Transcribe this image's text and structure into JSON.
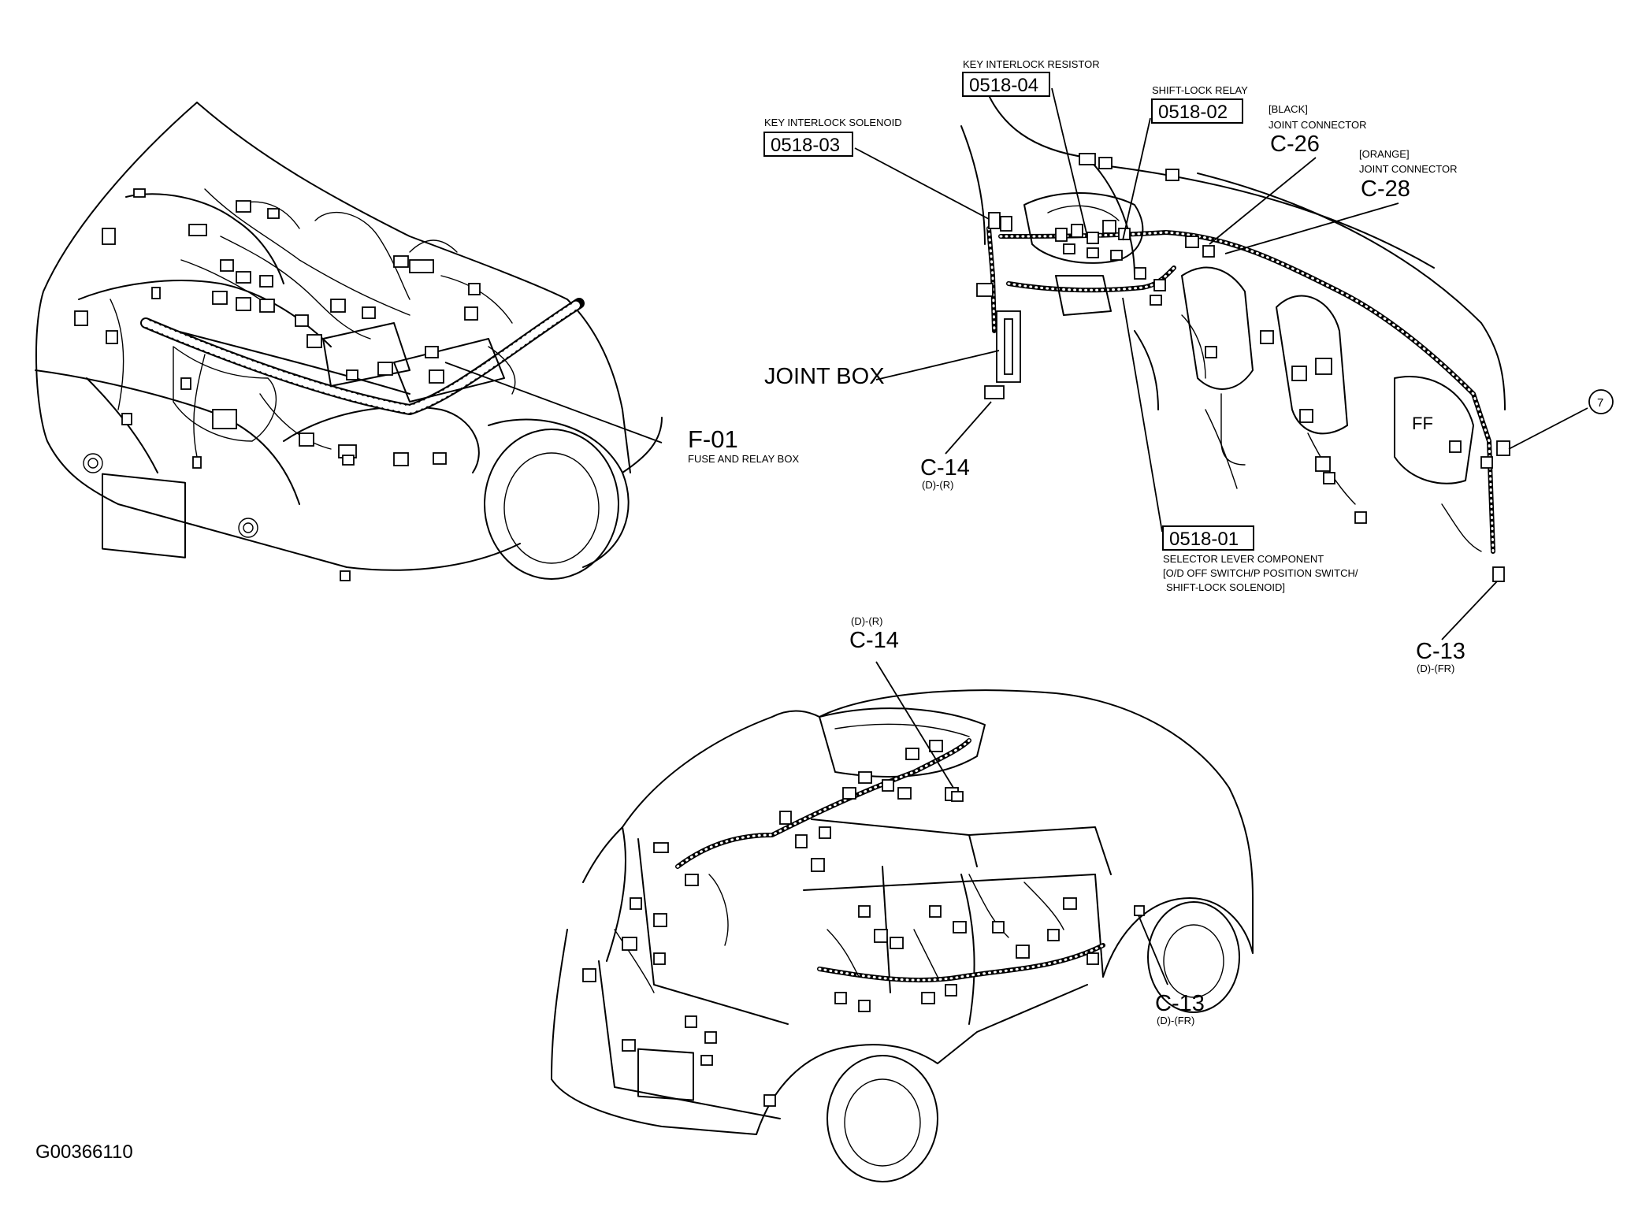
{
  "labels": {
    "fuse_relay_code": "F-01",
    "fuse_relay_name": "FUSE AND RELAY BOX",
    "key_interlock_resistor_name": "KEY INTERLOCK RESISTOR",
    "key_interlock_resistor_code": "0518-04",
    "key_interlock_solenoid_name": "KEY INTERLOCK SOLENOID",
    "key_interlock_solenoid_code": "0518-03",
    "shift_lock_relay_name": "SHIFT-LOCK RELAY",
    "shift_lock_relay_code": "0518-02",
    "c26_color": "[BLACK]",
    "c26_name": "JOINT CONNECTOR",
    "c26_code": "C-26",
    "c28_color": "[ORANGE]",
    "c28_name": "JOINT CONNECTOR",
    "c28_code": "C-28",
    "joint_box": "JOINT BOX",
    "c14_dash_code": "C-14",
    "c14_dash_loc": "(D)-(R)",
    "selector_code": "0518-01",
    "selector_line1": "SELECTOR LEVER COMPONENT",
    "selector_line2": "[O/D OFF SWITCH/P POSITION SWITCH/",
    "selector_line3": "SHIFT-LOCK SOLENOID]",
    "callout_7": "7",
    "c13_dash_code": "C-13",
    "c13_dash_loc": "(D)-(FR)",
    "c14_body_loc": "(D)-(R)",
    "c14_body_code": "C-14",
    "c13_body_code": "C-13",
    "c13_body_loc": "(D)-(FR)",
    "figure_id": "G00366110"
  }
}
